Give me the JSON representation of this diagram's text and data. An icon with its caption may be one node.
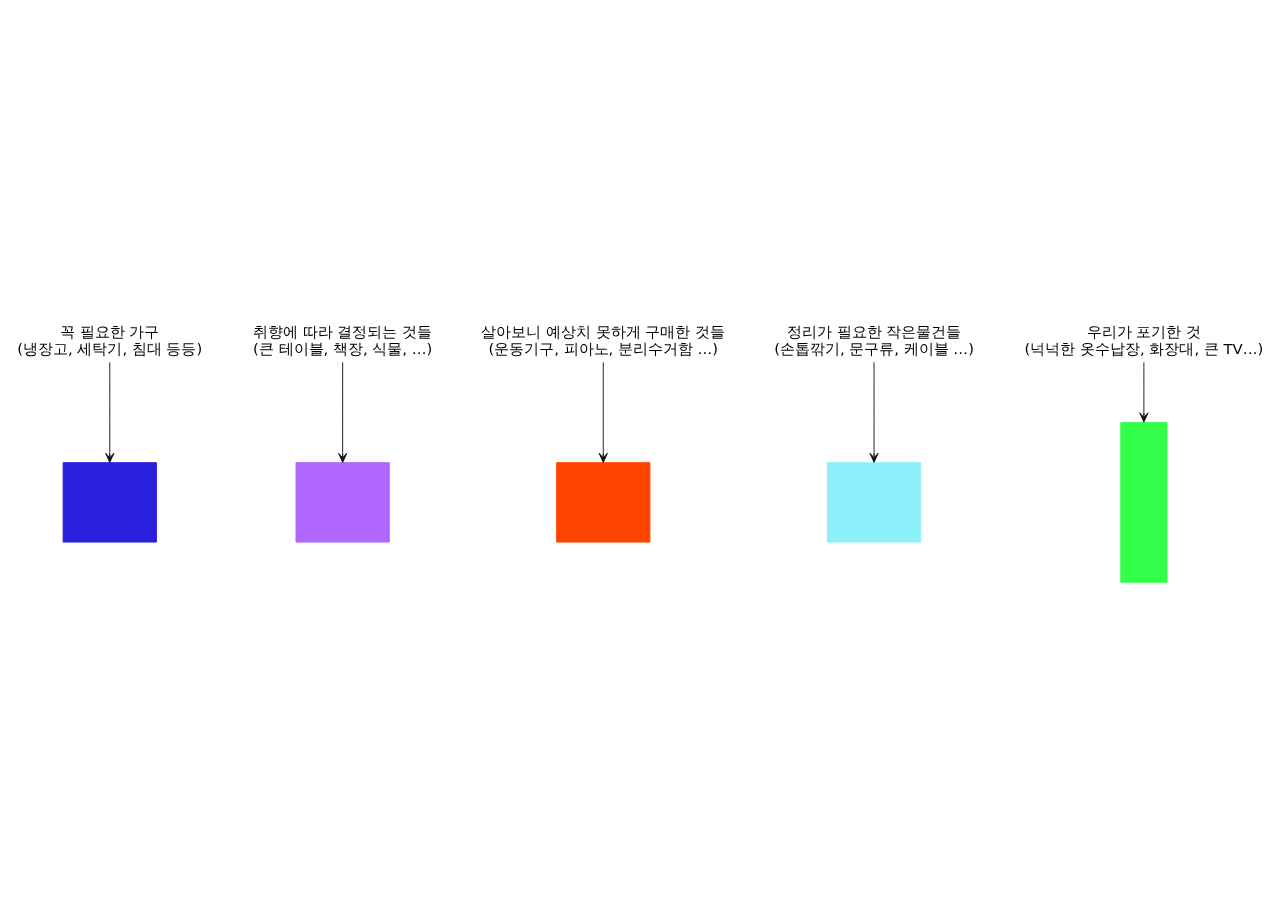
{
  "diagram": {
    "nodes": [
      {
        "text": [
          "살아보니 예상치 못하게 구매한 것들",
          "(운동기구, 피아노, 분리수거함 …)"
        ]
      },
      {
        "text": [
          "꼭 필요한 가구",
          "(냉장고, 세탁기, 침대 등등)"
        ]
      },
      {
        "text": [
          "우리가 포기한 것",
          "(넉넉한 옷수납장, 화장대, 큰 TV…)"
        ]
      },
      {
        "text": [],
        "shape": "box"
      },
      {
        "text": [],
        "shape": "box"
      },
      {
        "text": [],
        "shape": "box"
      },
      {
        "text": [],
        "shape": "box"
      },
      {
        "text": [],
        "shape": "bar"
      },
      {
        "text": [
          "취향에 따라 결정되는 것들",
          "(큰 테이블, 책장, 식물, …)"
        ]
      },
      {
        "text": [
          "정리가 필요한 작은물건들",
          "(손톱깎기, 문구류, 케이블 …)"
        ]
      }
    ],
    "edges": [
      {
        "from": 1,
        "to": 3,
        "arrow": "to"
      },
      {
        "from": 0,
        "to": 5,
        "arrow": "to"
      },
      {
        "from": 2,
        "to": 7,
        "arrow": "to"
      },
      {
        "from": 9,
        "to": 6,
        "arrow": "to"
      },
      {
        "from": 8,
        "to": 4,
        "arrow": "to"
      }
    ]
  }
}
